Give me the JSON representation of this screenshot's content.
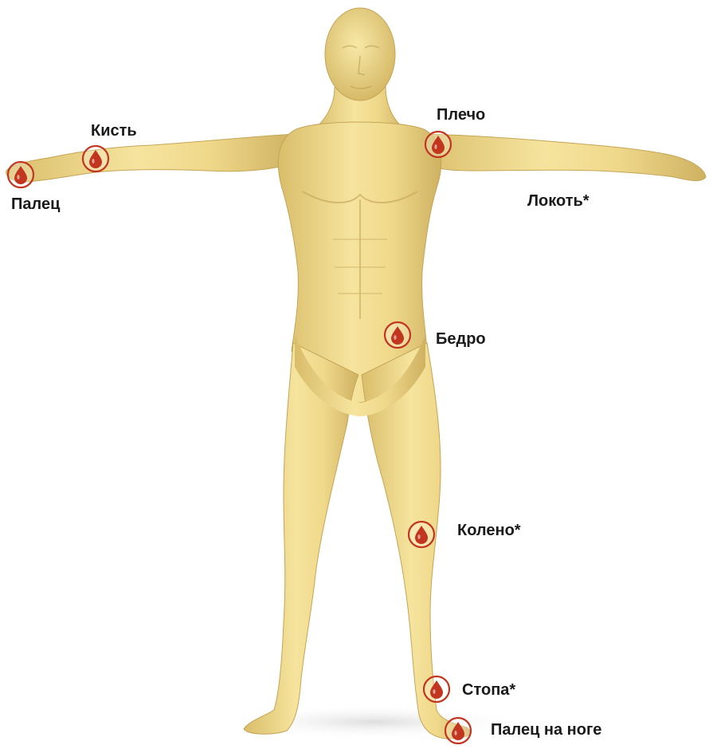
{
  "colors": {
    "background": "#ffffff",
    "skin": "#f0dc8f",
    "skin_shadow": "#c9ac5c",
    "skin_highlight": "#fbf0bd",
    "marker_ring": "#c2351f",
    "marker_fill": "#c2351f",
    "marker_inner": "#ffffff",
    "label_text": "#1a1a1a"
  },
  "figure": {
    "icon": "human-body-figure"
  },
  "markers": {
    "icon": "blood-drop-marker-icon",
    "items": [
      {
        "id": "palec",
        "label": "Палец"
      },
      {
        "id": "kist",
        "label": "Кисть"
      },
      {
        "id": "plecho",
        "label": "Плечо"
      },
      {
        "id": "lokot",
        "label": "Локоть*"
      },
      {
        "id": "bedro",
        "label": "Бедро"
      },
      {
        "id": "koleno",
        "label": "Колено*"
      },
      {
        "id": "stopa",
        "label": "Стопа*"
      },
      {
        "id": "palec-na-noge",
        "label": "Палец на ноге"
      }
    ]
  }
}
